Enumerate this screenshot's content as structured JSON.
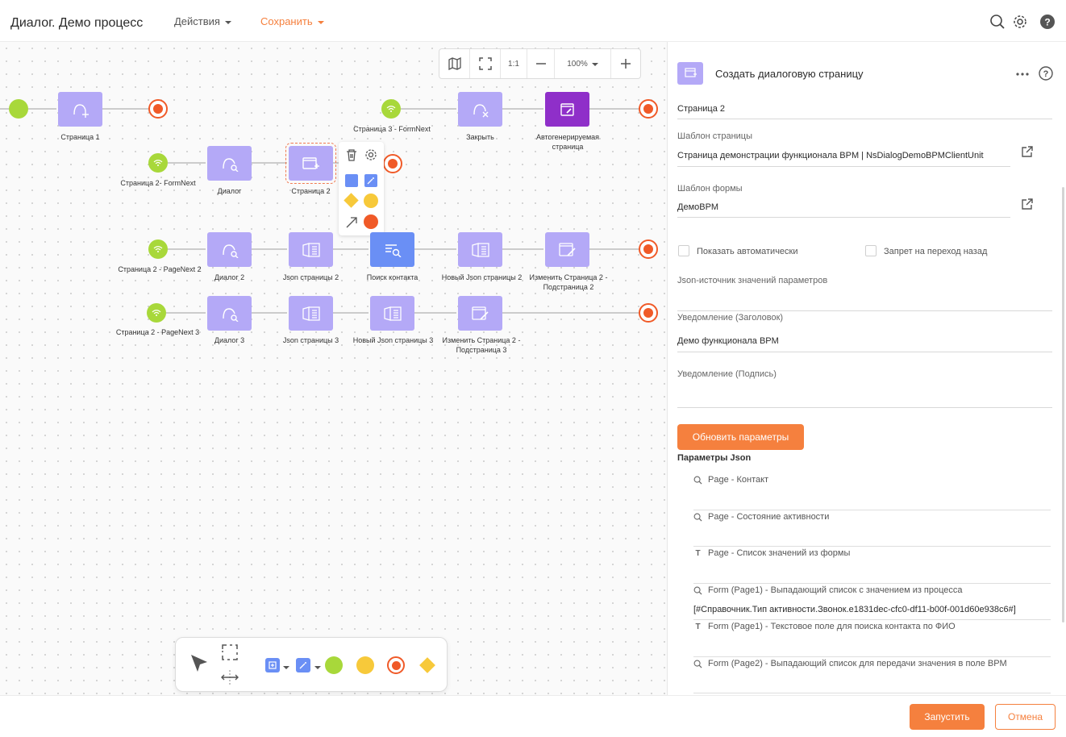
{
  "header": {
    "title": "Диалог. Демо процесс",
    "menu_actions": "Действия",
    "menu_save": "Сохранить"
  },
  "zoom": {
    "fit_label": "1:1",
    "level": "100%"
  },
  "nodes": {
    "page1": "Страница 1",
    "start_page3": "Страница 3 - FormNext",
    "close": "Закрыть",
    "autogen": "Автогенерируемая страница",
    "start_page2": "Страница 2- FormNext",
    "dialog": "Диалог",
    "page2": "Страница 2",
    "start_page2_next2": "Страница 2 - PageNext 2",
    "dialog2": "Диалог 2",
    "json_page2": "Json страницы 2",
    "contact_search": "Поиск контакта",
    "new_json_page2": "Новый Json страницы 2",
    "edit_page2_sub2": "Изменить Страница 2 - Подстраница 2",
    "start_page2_next3": "Страница 2 - PageNext 3",
    "dialog3": "Диалог 3",
    "json_page3": "Json страницы 3",
    "new_json_page3": "Новый Json страницы 3",
    "edit_page2_sub3": "Изменить Страница 2 - Подстраница 3"
  },
  "panel": {
    "title": "Создать диалоговую страницу",
    "name_value": "Страница 2",
    "page_template_label": "Шаблон страницы",
    "page_template_value": "Страница демонстрации функционала BPM | NsDialogDemoBPMClientUnit",
    "form_template_label": "Шаблон формы",
    "form_template_value": "ДемоBPM",
    "show_auto_label": "Показать автоматически",
    "no_back_label": "Запрет на переход назад",
    "json_source_label": "Json-источник значений параметров",
    "notify_title_label": "Уведомление (Заголовок)",
    "notify_title_value": "Демо функционала BPM",
    "notify_sign_label": "Уведомление (Подпись)",
    "refresh_button": "Обновить параметры",
    "json_params_title": "Параметры Json",
    "params": [
      {
        "label": "Page - Контакт",
        "icon": "search-icon",
        "value": ""
      },
      {
        "label": "Page - Состояние активности",
        "icon": "search-icon",
        "value": ""
      },
      {
        "label": "Page - Список значений из формы",
        "icon": "text-icon",
        "value": ""
      },
      {
        "label": "Form (Page1) - Выпадающий список с значением из процесса",
        "icon": "search-icon",
        "value": "[#Справочник.Тип активности.Звонок.e1831dec-cfc0-df11-b00f-001d60e938c6#]"
      },
      {
        "label": "Form (Page1) - Текстовое поле для поиска контакта по ФИО",
        "icon": "text-icon",
        "value": ""
      },
      {
        "label": "Form (Page2) - Выпадающий список для передачи значения в поле BPM",
        "icon": "search-icon",
        "value": ""
      }
    ]
  },
  "footer": {
    "run_button": "Запустить",
    "cancel_button": "Отмена"
  },
  "colors": {
    "accent": "#f5803e",
    "node": "#b4a9f7",
    "node_blue": "#6a8ff5",
    "node_purple": "#8f2fc9",
    "start": "#a8d83a",
    "end": "#f05a28"
  }
}
